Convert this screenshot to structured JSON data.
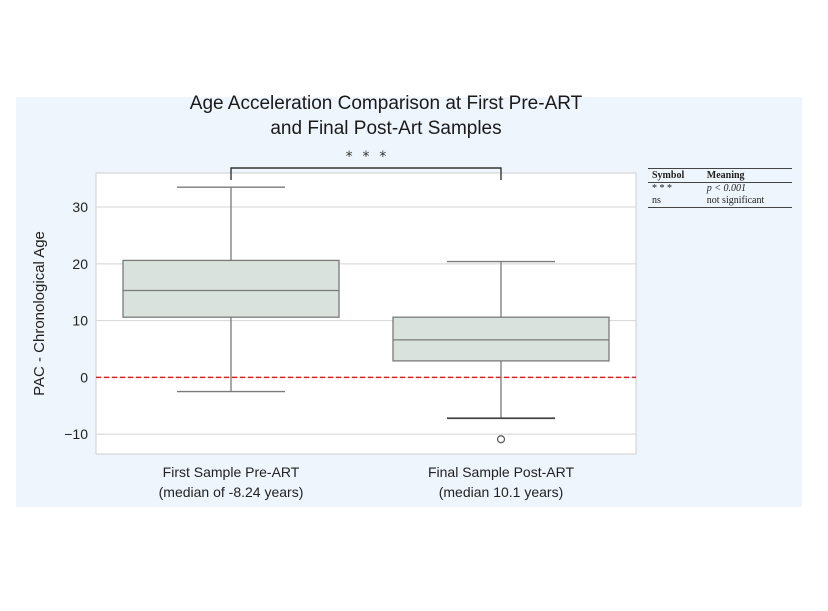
{
  "chart_data": {
    "type": "box",
    "title": [
      "Age Acceleration Comparison at First Pre-ART",
      "and Final Post-Art Samples"
    ],
    "ylabel": "PAC - Chronological Age",
    "xlabel": "",
    "ylim": [
      -13.5,
      36
    ],
    "yticks": [
      -10,
      0,
      10,
      20,
      30
    ],
    "ytick_labels": [
      "−10",
      "0",
      "10",
      "20",
      "30"
    ],
    "grid": true,
    "box_color": "#d9e2dc",
    "edge_color": "#7a7a7a",
    "categories": [
      {
        "label": [
          "First Sample Pre-ART",
          "(median of -8.24 years)"
        ],
        "whisker_low": -2.5,
        "q1": 10.6,
        "median": 15.3,
        "q3": 20.6,
        "whisker_high": 33.5,
        "outliers": []
      },
      {
        "label": [
          "Final Sample Post-ART",
          "(median 10.1 years)"
        ],
        "whisker_low": -7.2,
        "q1": 2.9,
        "median": 6.6,
        "q3": 10.6,
        "whisker_high": 20.4,
        "outliers": [
          -10.9
        ]
      }
    ],
    "reference_line": {
      "y": 0,
      "color": "#d62728",
      "style": "dashed"
    },
    "significance": {
      "label": "* * *",
      "between": [
        0,
        1
      ]
    }
  },
  "legend_table": {
    "headers": [
      "Symbol",
      "Meaning"
    ],
    "rows": [
      [
        "* * *",
        "p < 0.001"
      ],
      [
        "ns",
        "not significant"
      ]
    ]
  }
}
